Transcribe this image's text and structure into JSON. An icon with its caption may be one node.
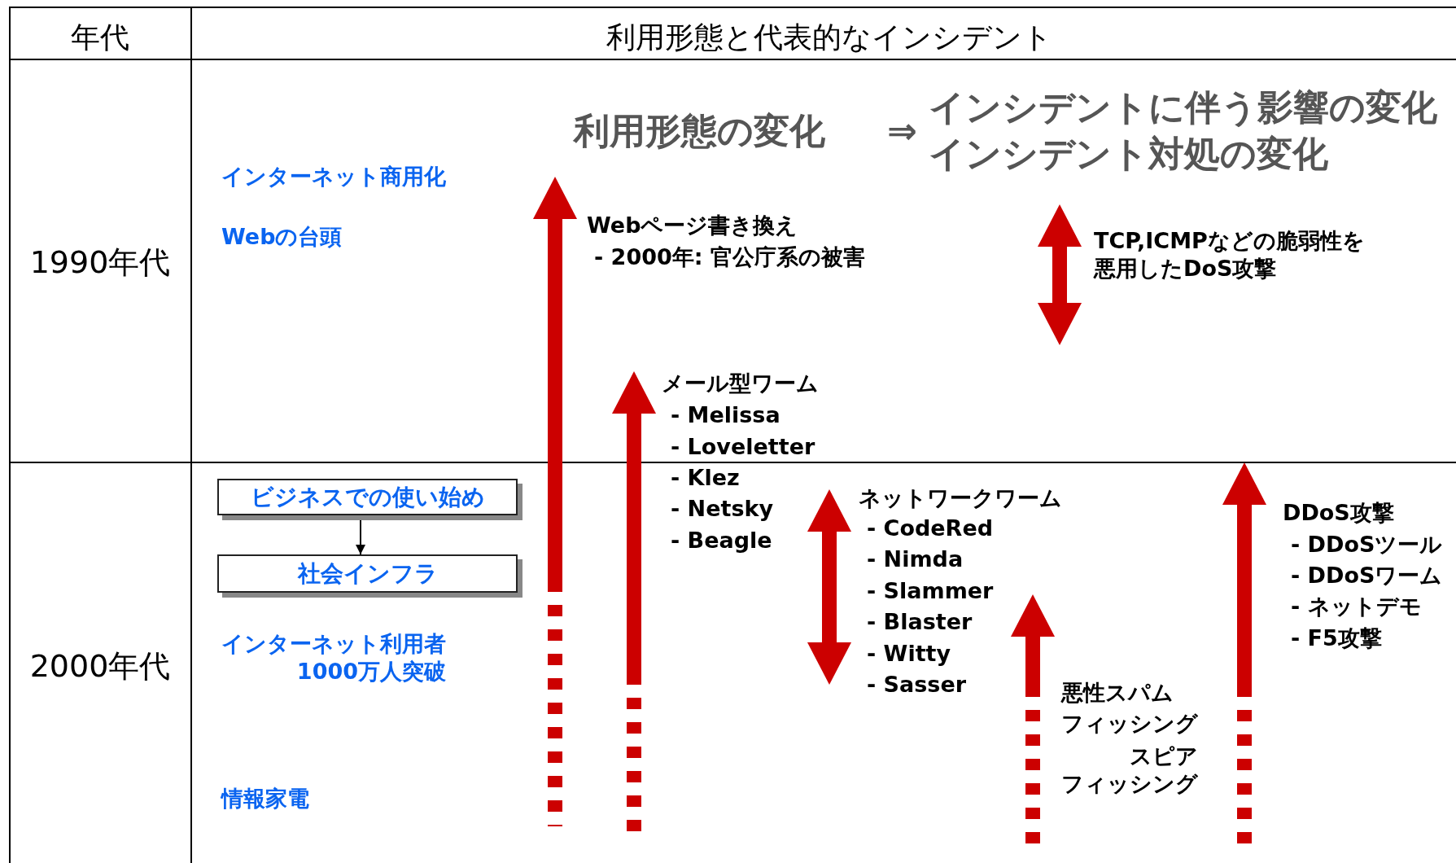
{
  "diagram": {
    "nodes": [
      {
        "text": [
          "ビジネスでの使い始め"
        ]
      },
      {
        "text": [
          "社会インフラ"
        ]
      }
    ],
    "edges": [
      {
        "from": 0,
        "to": 1,
        "arrow": "to"
      }
    ],
    "labels": [
      "年代",
      "利用形態と代表的なインシデント",
      "利用形態の変化",
      "⇒",
      "インシデントに伴う影響の変化",
      "インシデント対処の変化",
      "1990年代",
      "インターネット商用化",
      "Webの台頭",
      "Webページ書き換え",
      "- 2000年: 官公庁系の被害",
      "TCP,ICMPなどの脆弱性を悪用したDoS攻撃",
      "メール型ワーム",
      "- Melissa",
      "- Loveletter",
      "- Klez",
      "- Netsky",
      "- Beagle",
      "2000年代",
      "インターネット利用者1000万人突破",
      "情報家電",
      "ネットワークワーム",
      "- CodeRed",
      "- Nimda",
      "- Slammer",
      "- Blaster",
      "- Witty",
      "- Sasser",
      "悪性スパム",
      "フィッシング",
      "スピアフィッシング",
      "DDoS攻撃",
      "- DDoSツール",
      "- DDoSワーム",
      "- ネットデモ",
      "- F5攻撃"
    ]
  }
}
